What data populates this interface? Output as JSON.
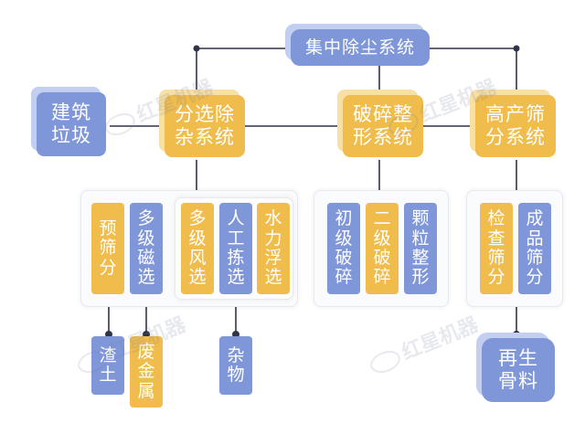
{
  "nodes": {
    "central_dust": "集中除尘系统",
    "construction_waste": "建筑垃圾",
    "sorting": "分选除杂系统",
    "crushing": "破碎整形系统",
    "screening": "高产筛分系统",
    "pre_screening": "预筛分",
    "magnetic": "多级磁选",
    "wind": "多级风选",
    "manual": "人工拣选",
    "float": "水力浮选",
    "primary_crush": "初级破碎",
    "secondary_crush": "二级破碎",
    "shaping": "颗粒整形",
    "inspection": "检查筛分",
    "product_screen": "成品筛分",
    "soil": "渣土",
    "scrap_metal": "废金属",
    "debris": "杂物",
    "recycled_aggregate": "再生骨料"
  },
  "watermark": "红星机器",
  "colors": {
    "blue": "#7f96d8",
    "yellow": "#f0bc4c",
    "line": "#2f3447"
  }
}
